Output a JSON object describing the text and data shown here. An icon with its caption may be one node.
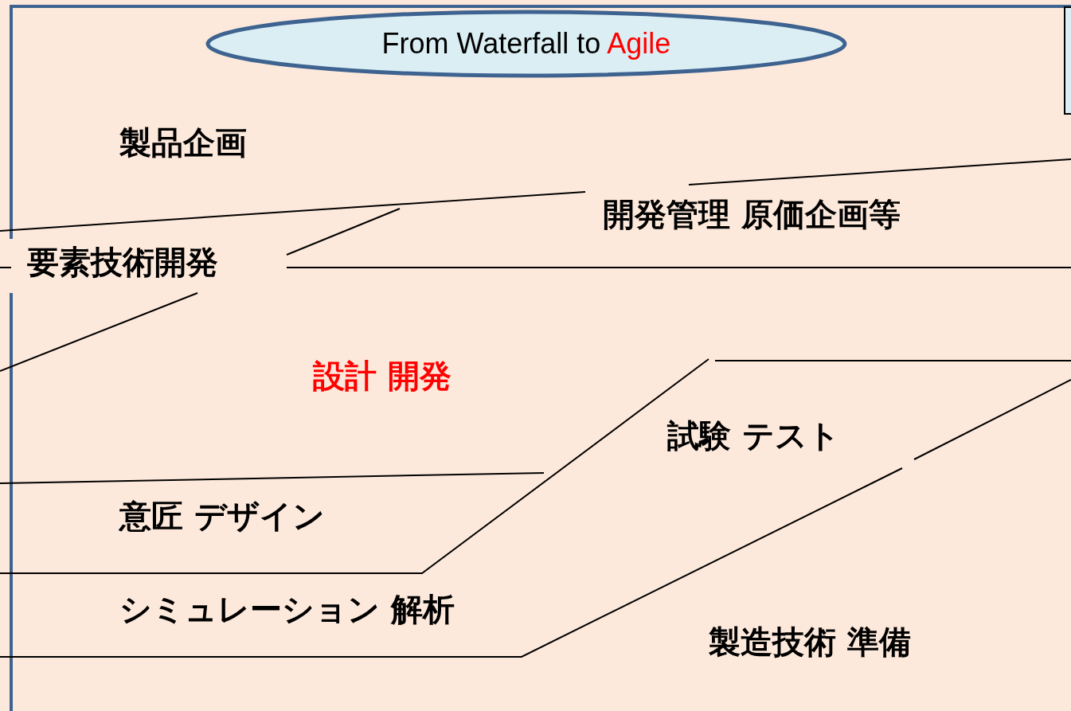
{
  "diagram": {
    "nodes": [
      {
        "text": [
          "From Waterfall to",
          "Agile"
        ]
      }
    ],
    "labels": [
      "製品企画",
      "開発管理 原価企画等",
      "要素技術開発",
      "設計 開発",
      "試験 テスト",
      "意匠 デザイン",
      "シミュレーション 解析",
      "製造技術 準備"
    ]
  }
}
